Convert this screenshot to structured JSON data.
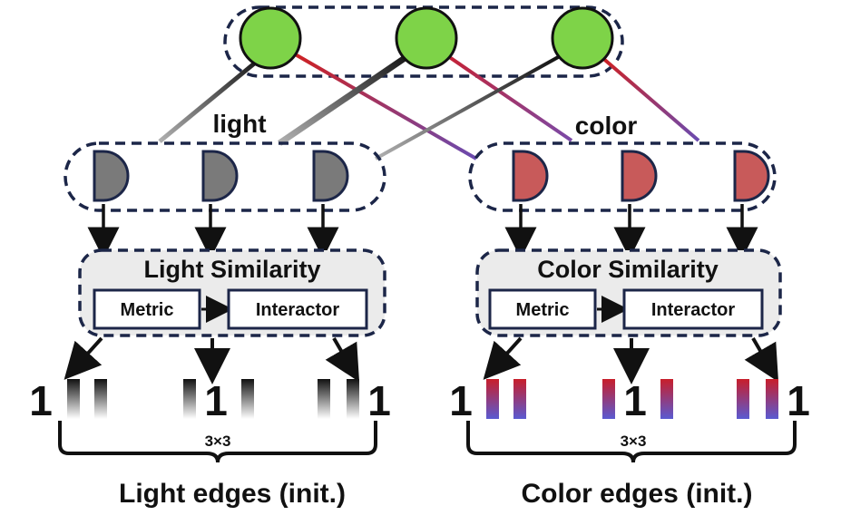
{
  "labels": {
    "light": "light",
    "color": "color"
  },
  "light_module": {
    "title": "Light Similarity",
    "metric": "Metric",
    "interactor": "Interactor",
    "diag_value": "1",
    "size": "3×3",
    "caption": "Light edges (init.)"
  },
  "color_module": {
    "title": "Color Similarity",
    "metric": "Metric",
    "interactor": "Interactor",
    "diag_value": "1",
    "size": "3×3",
    "caption": "Color edges (init.)"
  },
  "colors": {
    "node_green": "#7ed348",
    "light_half": "#7a7a7a",
    "color_half": "#c85a5a",
    "dash": "#1c2648",
    "box_fill": "#ebebeb",
    "gradient_red": "#c81e2a",
    "gradient_blue": "#5a5ad2"
  }
}
